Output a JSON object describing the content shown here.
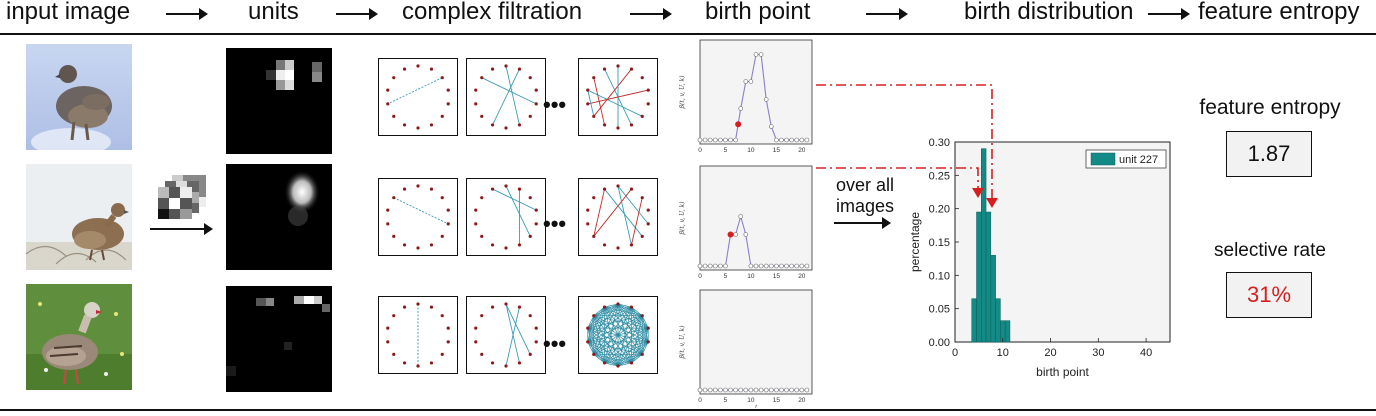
{
  "header": {
    "step_input": "input image",
    "step_units": "units",
    "step_filtration": "complex filtration",
    "step_birth_point": "birth point",
    "step_birth_distribution": "birth distribution",
    "step_feature_entropy": "feature entropy"
  },
  "aggregation_label_line1": "over all",
  "aggregation_label_line2": "images",
  "ellipsis": "•••",
  "birth_plots": {
    "y_label": "β(t, v, U, k)",
    "x_label": "t",
    "x_ticks": [
      "0",
      "5",
      "10",
      "15",
      "20"
    ],
    "series": [
      [
        0,
        0,
        0,
        0,
        0,
        0,
        0,
        0,
        0.35,
        0.65,
        0.65,
        0.95,
        0.95,
        0.45,
        0.15,
        0,
        0,
        0,
        0,
        0,
        0,
        0
      ],
      [
        0,
        0,
        0,
        0,
        0,
        0,
        0.35,
        0.35,
        0.55,
        0.35,
        0,
        0,
        0,
        0,
        0,
        0,
        0,
        0,
        0,
        0,
        0,
        0
      ],
      [
        0,
        0,
        0,
        0,
        0,
        0,
        0,
        0,
        0,
        0,
        0,
        0,
        0,
        0,
        0,
        0,
        0,
        0,
        0,
        0,
        0,
        0
      ]
    ],
    "birth_points": [
      7.5,
      6.0,
      null
    ],
    "line_color": "#8b7fc6",
    "birth_color": "#d62020"
  },
  "chart_data": {
    "type": "bar",
    "xlabel": "birth point",
    "ylabel": "percentage",
    "xlim": [
      0,
      45
    ],
    "ylim": [
      0,
      0.3
    ],
    "x_ticks": [
      "0",
      "10",
      "20",
      "30",
      "40"
    ],
    "y_ticks": [
      "0.00",
      "0.05",
      "0.10",
      "0.15",
      "0.20",
      "0.25",
      "0.30"
    ],
    "grid": false,
    "legend_position": "top-right",
    "series": [
      {
        "name": "unit 227",
        "color": "#138a86",
        "x": [
          4,
          5,
          6,
          7,
          8,
          9,
          10,
          11
        ],
        "values": [
          0.065,
          0.195,
          0.29,
          0.195,
          0.13,
          0.065,
          0.032,
          0.032
        ]
      }
    ]
  },
  "feature_entropy": {
    "title": "feature entropy",
    "value": "1.87"
  },
  "selective_rate": {
    "title": "selective rate",
    "value": "31%",
    "value_color": "#d62020"
  }
}
